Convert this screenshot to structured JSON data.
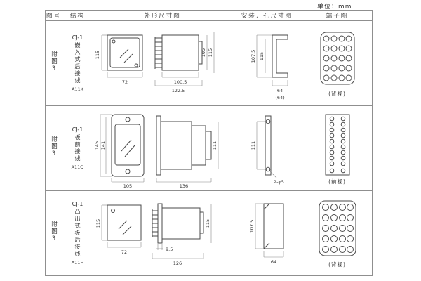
{
  "unit_label": "单位：mm",
  "headers": [
    "图号",
    "结构",
    "外形尺寸图",
    "安装开孔尺寸图",
    "端子图"
  ],
  "rows": [
    {
      "fig_no": "附图3",
      "model": "CJ-1",
      "desc": "嵌入式后接线",
      "code": "A11K",
      "outline": {
        "h1": "115",
        "w1": "72",
        "w2": "100.5",
        "w3": "122.5",
        "s1": "105",
        "s2": "115"
      },
      "install": {
        "v1": "107.5",
        "v2": "115",
        "b1": "64",
        "b2": "(64)"
      },
      "terminal_caption": "(背视)"
    },
    {
      "fig_no": "附图3",
      "model": "CJ-1",
      "desc": "板前接线",
      "code": "A11Q",
      "outline": {
        "h1": "145",
        "h2": "141",
        "w1": "105",
        "w2": "136",
        "s1": "111"
      },
      "install": {
        "v1": "111",
        "label": "2-φ5"
      },
      "terminal_caption": "(前视)"
    },
    {
      "fig_no": "附图3",
      "model": "CJ-1",
      "desc": "凸出式板后接线",
      "code": "A11H",
      "outline": {
        "h1": "115",
        "w1": "72",
        "w2": "9.5",
        "w3": "126",
        "s1": "115"
      },
      "install": {
        "v1": "107.5",
        "b1": "64"
      },
      "terminal_caption": "(背视)"
    }
  ]
}
